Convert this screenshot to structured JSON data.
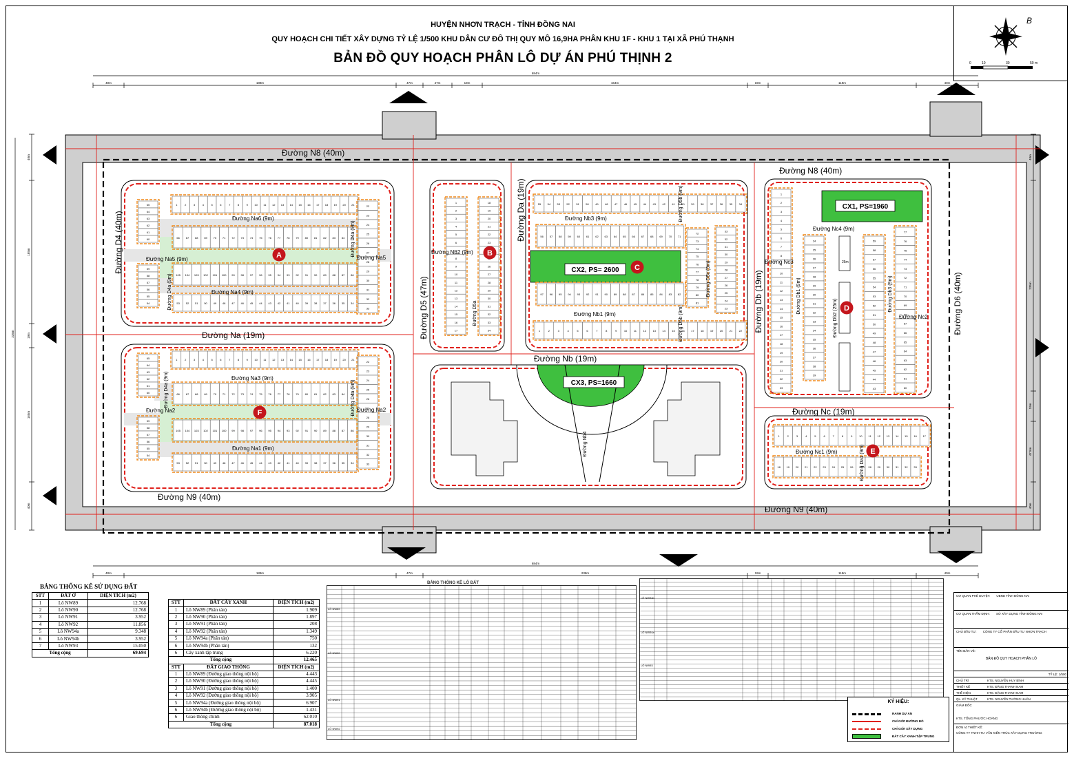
{
  "header": {
    "line1": "HUYỆN NHƠN TRẠCH - TỈNH ĐỒNG NAI",
    "line2": "QUY HOẠCH CHI TIẾT XÂY DỰNG TỶ LỆ 1/500 KHU DÂN CƯ ĐÔ THỊ QUY MÔ 16,9HA PHÂN KHU 1F - KHU 1 TẠI XÃ PHÚ THẠNH",
    "title": "BẢN ĐỒ QUY HOẠCH PHÂN LÔ DỰ ÁN PHÚ THỊNH 2"
  },
  "compass": {
    "north_label": "B",
    "scale_ticks": [
      "0",
      "10",
      "30",
      "50 m"
    ]
  },
  "colors": {
    "boundary_red": "#e0201b",
    "lot_orange": "#f08a1c",
    "green_space": "#3fbf3f",
    "road_grey": "#cfcfcf"
  },
  "dimensions": {
    "top": [
      "40m",
      "189m",
      "47m",
      "47m",
      "19m",
      "164m",
      "19m",
      "119m",
      "40m"
    ],
    "top_total": "684m",
    "bottom": [
      "40m",
      "189m",
      "47m",
      "238m",
      "19m",
      "119m",
      "40m"
    ],
    "bottom_total": "684m",
    "left": [
      "40m",
      "185m",
      "19m",
      "165m",
      "40m"
    ],
    "left_total": "235m",
    "right": [
      "40m",
      "235m",
      "19m",
      "47.5m",
      "40m"
    ]
  },
  "roads": {
    "n8_left": "Đường N8 (40m)",
    "n8_right": "Đường N8 (40m)",
    "n9_left": "Đường N9 (40m)",
    "n9_right": "Đường N9 (40m)",
    "d4": "Đường D4 (40m)",
    "d5": "Đường D5 (47m)",
    "d6": "Đường D6 (40m)",
    "na": "Đường Na (19m)",
    "nb": "Đường Nb (19m)",
    "nc": "Đường Nc (19m)",
    "da": "Đường Da (19m)",
    "db": "Đường Db (19m)",
    "na6": "Đường Na6 (9m)",
    "na5": "Đường Na5 (9m)",
    "na5b": "Đường Na5",
    "na4": "Đường Na4 (9m)",
    "na3": "Đường Na3 (9m)",
    "na2": "Đường Na2",
    "na2b": "Đường Na2",
    "na1": "Đường Na1 (9m)",
    "nb3": "Đường Nb3 (9m)",
    "nb2": "Đường Nb2 (9m)",
    "nb1": "Đường Nb1 (9m)",
    "nb4": "Đường Nb4",
    "nc4": "Đường Nc4 (9m)",
    "nc3": "Đường Nc3",
    "nc2": "Đường Nc2",
    "nc1": "Đường Nc1 (9m)",
    "d4a": "Đường D4a (9m)",
    "d4a2": "Đường D4a (9m)",
    "d4a3": "Đường D4a (9m)",
    "d4a4": "Đường D4a (9m)",
    "d5a": "Đường D5a",
    "d5b": "Đường D5b (9m)",
    "d5b2": "Đường D5b (9m)",
    "d5c": "Đường D5c (9m)",
    "db1": "Đường Db1 (9m)",
    "db2": "Đường Db2 (25m)",
    "db3": "Đường Db3 (9m)",
    "da1": "Đường Da1 (9m)",
    "med25": "25m"
  },
  "parks": {
    "cx1": "CX1, PS=1960",
    "cx2": "CX2, PS= 2600",
    "cx3": "CX3, PS=1660"
  },
  "blocks": [
    "A",
    "B",
    "C",
    "D",
    "E",
    "F"
  ],
  "lots": {
    "a_top": [
      "1",
      "2",
      "3",
      "4",
      "5",
      "6",
      "7",
      "8",
      "9",
      "10",
      "11",
      "12",
      "13",
      "14",
      "15",
      "16",
      "17",
      "18",
      "19",
      "20",
      "21"
    ],
    "a_mid1": [
      "66",
      "67",
      "68",
      "69",
      "70",
      "71",
      "72",
      "73",
      "74",
      "75",
      "76",
      "77",
      "78",
      "79",
      "80",
      "81",
      "82",
      "83",
      "84",
      "85"
    ],
    "a_mid2": [
      "105",
      "104",
      "103",
      "102",
      "101",
      "100",
      "99",
      "98",
      "97",
      "96",
      "95",
      "94",
      "93",
      "92",
      "91",
      "90",
      "89",
      "88",
      "87",
      "86"
    ],
    "a_bot": [
      "53",
      "52",
      "51",
      "50",
      "49",
      "48",
      "47",
      "46",
      "45",
      "44",
      "43",
      "42",
      "41",
      "40",
      "39",
      "38",
      "37",
      "36",
      "35",
      "34"
    ],
    "a_left": [
      "65",
      "64",
      "63",
      "62",
      "61",
      "60"
    ],
    "a_left2": [
      "59",
      "58",
      "57",
      "56",
      "55",
      "54"
    ],
    "a_right": [
      "22",
      "23",
      "24",
      "25",
      "26",
      "27",
      "28",
      "29",
      "30",
      "31",
      "32",
      "33"
    ],
    "b_left": [
      "1",
      "2",
      "3",
      "4",
      "5",
      "6",
      "7",
      "8",
      "9",
      "10",
      "11",
      "12",
      "13",
      "14",
      "15",
      "16",
      "17"
    ],
    "b_right": [
      "18",
      "19",
      "20",
      "21",
      "22",
      "23",
      "24",
      "25",
      "26",
      "27",
      "28",
      "29",
      "30",
      "31",
      "32",
      "33",
      "34"
    ],
    "c_top": [
      "55",
      "54",
      "53",
      "52",
      "51",
      "50",
      "49",
      "48",
      "47",
      "46",
      "45",
      "44",
      "43",
      "42",
      "41",
      "40",
      "39",
      "38",
      "37",
      "36",
      "35",
      "34"
    ],
    "c_mid": [
      "56",
      "57",
      "58",
      "59",
      "60",
      "61",
      "62",
      "63",
      "64",
      "65",
      "66",
      "67",
      "68",
      "69",
      "70",
      "71"
    ],
    "c_mid2": [
      "97",
      "96",
      "95",
      "94",
      "93",
      "92",
      "91",
      "90",
      "89",
      "88",
      "87",
      "86",
      "85",
      "84",
      "83",
      "82"
    ],
    "c_bot": [
      "1",
      "2",
      "3",
      "4",
      "5",
      "6",
      "7",
      "8",
      "9",
      "10",
      "11",
      "12",
      "13",
      "14",
      "15",
      "16",
      "17",
      "18",
      "19",
      "20",
      "21",
      "22"
    ],
    "c_right1": [
      "72",
      "73",
      "74",
      "75",
      "76",
      "77",
      "78",
      "79",
      "80",
      "81"
    ],
    "c_right2": [
      "33",
      "32",
      "31",
      "30",
      "29",
      "28",
      "27",
      "26",
      "25",
      "24",
      "23"
    ],
    "d_col1": [
      "1",
      "2",
      "3",
      "4",
      "5",
      "6",
      "7",
      "8",
      "9",
      "10",
      "11",
      "12",
      "13",
      "14",
      "15",
      "16",
      "17",
      "18",
      "19",
      "20",
      "21",
      "22",
      "23"
    ],
    "d_col2": [
      "24",
      "25",
      "26",
      "27",
      "28",
      "29",
      "30",
      "31",
      "32",
      "33",
      "34",
      "35",
      "36",
      "37",
      "38",
      "39"
    ],
    "d_col3": [
      "59",
      "58",
      "57",
      "56",
      "55",
      "54",
      "53",
      "52",
      "51",
      "50",
      "49",
      "48",
      "47",
      "46",
      "45",
      "44",
      "43"
    ],
    "d_col4": [
      "77",
      "76",
      "75",
      "74",
      "73",
      "72",
      "71",
      "70",
      "69",
      "68",
      "67",
      "66",
      "65",
      "64",
      "63",
      "62",
      "61",
      "60"
    ],
    "e_top": [
      "1",
      "2",
      "3",
      "4",
      "5",
      "6",
      "7",
      "8",
      "9",
      "10",
      "11",
      "12",
      "13",
      "14",
      "15",
      "16",
      "17"
    ],
    "e_bot": [
      "18",
      "19",
      "20",
      "21",
      "22",
      "23",
      "24",
      "25",
      "26",
      "27",
      "28",
      "29",
      "30",
      "31",
      "32",
      "33"
    ],
    "f_top": [
      "1",
      "2",
      "3",
      "4",
      "5",
      "6",
      "7",
      "8",
      "9",
      "10",
      "11",
      "12",
      "13",
      "14",
      "15",
      "16",
      "17",
      "18",
      "19",
      "20",
      "21"
    ],
    "f_mid1": [
      "66",
      "67",
      "68",
      "69",
      "70",
      "71",
      "72",
      "73",
      "74",
      "75",
      "76",
      "77",
      "78",
      "79",
      "80",
      "81",
      "82",
      "83",
      "84",
      "85"
    ],
    "f_mid2": [
      "105",
      "104",
      "103",
      "102",
      "101",
      "100",
      "99",
      "98",
      "97",
      "96",
      "95",
      "94",
      "93",
      "92",
      "91",
      "90",
      "89",
      "88",
      "87",
      "86"
    ],
    "f_bot": [
      "53",
      "52",
      "51",
      "50",
      "49",
      "48",
      "47",
      "46",
      "45",
      "44",
      "43",
      "42",
      "41",
      "40",
      "39",
      "38",
      "37",
      "36",
      "35",
      "34"
    ],
    "f_left": [
      "65",
      "64",
      "63",
      "62",
      "61",
      "60"
    ],
    "f_left2": [
      "59",
      "58",
      "57",
      "56",
      "55",
      "54"
    ],
    "f_right": [
      "22",
      "23",
      "24",
      "25",
      "26",
      "27",
      "28",
      "29",
      "30",
      "31",
      "32",
      "33"
    ]
  },
  "land_use_table": {
    "caption": "BẢNG THỐNG KÊ SỬ DỤNG ĐẤT",
    "headers": [
      "STT",
      "ĐẤT Ở",
      "DIỆN TÍCH (m2)"
    ],
    "rows": [
      [
        "1",
        "Lô NW89",
        "12.768"
      ],
      [
        "2",
        "Lô NW90",
        "12.768"
      ],
      [
        "3",
        "Lô NW91",
        "3.952"
      ],
      [
        "4",
        "Lô NW92",
        "11.856"
      ],
      [
        "5",
        "Lô NW94a",
        "9.348"
      ],
      [
        "6",
        "Lô NW94b",
        "3.952"
      ],
      [
        "7",
        "Lô NW93",
        "15.050"
      ]
    ],
    "total_label": "Tổng cộng",
    "total_value": "69.694"
  },
  "green_traffic_table": {
    "headers_green": [
      "STT",
      "ĐẤT CÂY XANH",
      "DIỆN TÍCH (m2)"
    ],
    "rows_green": [
      [
        "1",
        "Lô NW89 (Phân tán)",
        "1.909"
      ],
      [
        "2",
        "Lô NW90 (Phân tán)",
        "1.897"
      ],
      [
        "3",
        "Lô NW91 (Phân tán)",
        "208"
      ],
      [
        "4",
        "Lô NW92 (Phân tán)",
        "1.349"
      ],
      [
        "5",
        "Lô NW94a (Phân tán)",
        "750"
      ],
      [
        "6",
        "Lô NW94b (Phân tán)",
        "132"
      ],
      [
        "6",
        "Cây xanh tập trung",
        "6.220"
      ]
    ],
    "total_green_label": "Tổng cộng",
    "total_green_value": "12.465",
    "headers_traffic": [
      "STT",
      "ĐẤT GIAO THÔNG",
      "DIỆN TÍCH (m2)"
    ],
    "rows_traffic": [
      [
        "1",
        "Lô NW89 (Đường giao thông nội bộ)",
        "4.443"
      ],
      [
        "2",
        "Lô NW90 (Đường giao thông nội bộ)",
        "4.445"
      ],
      [
        "3",
        "Lô NW91 (Đường giao thông nội bộ)",
        "1.400"
      ],
      [
        "4",
        "Lô NW92 (Đường giao thông nội bộ)",
        "3.905"
      ],
      [
        "5",
        "Lô NW94a (Đường giao thông nội bộ)",
        "6.907"
      ],
      [
        "6",
        "Lô NW94b (Đường giao thông nội bộ)",
        "1.431"
      ],
      [
        "6",
        "Giao thông chính",
        "62.010"
      ]
    ],
    "total_traffic_label": "Tổng cộng",
    "total_traffic_value": "87.018"
  },
  "lot_stats_caption": "BẢNG THỐNG KÊ LÔ ĐẤT",
  "lot_stats_rows": [
    "LÔ NW89",
    "LÔ NW90",
    "LÔ NW91",
    "LÔ NW92",
    "LÔ NW94b",
    "LÔ NW94a",
    "LÔ NW93"
  ],
  "legend": {
    "title": "KÝ HIỆU:",
    "items": [
      "RANH DỰ ÁN",
      "CHỈ GIỚI ĐƯỜNG ĐỎ",
      "CHỈ GIỚI XÂY DỰNG",
      "ĐẤT CÂY XANH TẬP TRUNG"
    ]
  },
  "title_block": {
    "approve": "CƠ QUAN PHÊ DUYỆT:",
    "approve_val": "UBND TỈNH ĐỒNG NAI",
    "appraise": "CƠ QUAN THẨM ĐỊNH:",
    "appraise_val": "SỞ XÂY DỰNG TỈNH ĐỒNG NAI",
    "investor": "CHỦ ĐẦU TƯ:",
    "investor_val": "CÔNG TY CỔ PHẦN ĐẦU TƯ NHƠN TRẠCH",
    "drawing_name": "TÊN BẢN VẼ:",
    "drawing_val": "BẢN ĐỒ QUY HOẠCH PHÂN LÔ",
    "scale_label": "TỶ LỆ: 1/500",
    "roles": [
      "CHỦ TRÌ",
      "THIẾT KẾ",
      "THỂ HIỆN",
      "QL. KỸ THUẬT"
    ],
    "names": [
      "KTS. NGUYỄN HUY BÌNH",
      "KTS. ĐẶNG THANH NAM",
      "KTS. ĐẶNG THANH NAM",
      "KTS. NGUYỄN TƯỜNG HUÂN"
    ],
    "director": "GIÁM ĐỐC",
    "director_name": "KTS. TỐNG PHƯỚC HOÀNG",
    "consultant_label": "ĐƠN VỊ THIẾT KẾ:",
    "consultant": "CÔNG TY TNHH TƯ VẤN KIẾN TRÚC XÂY DỰNG TRƯỜNG"
  }
}
